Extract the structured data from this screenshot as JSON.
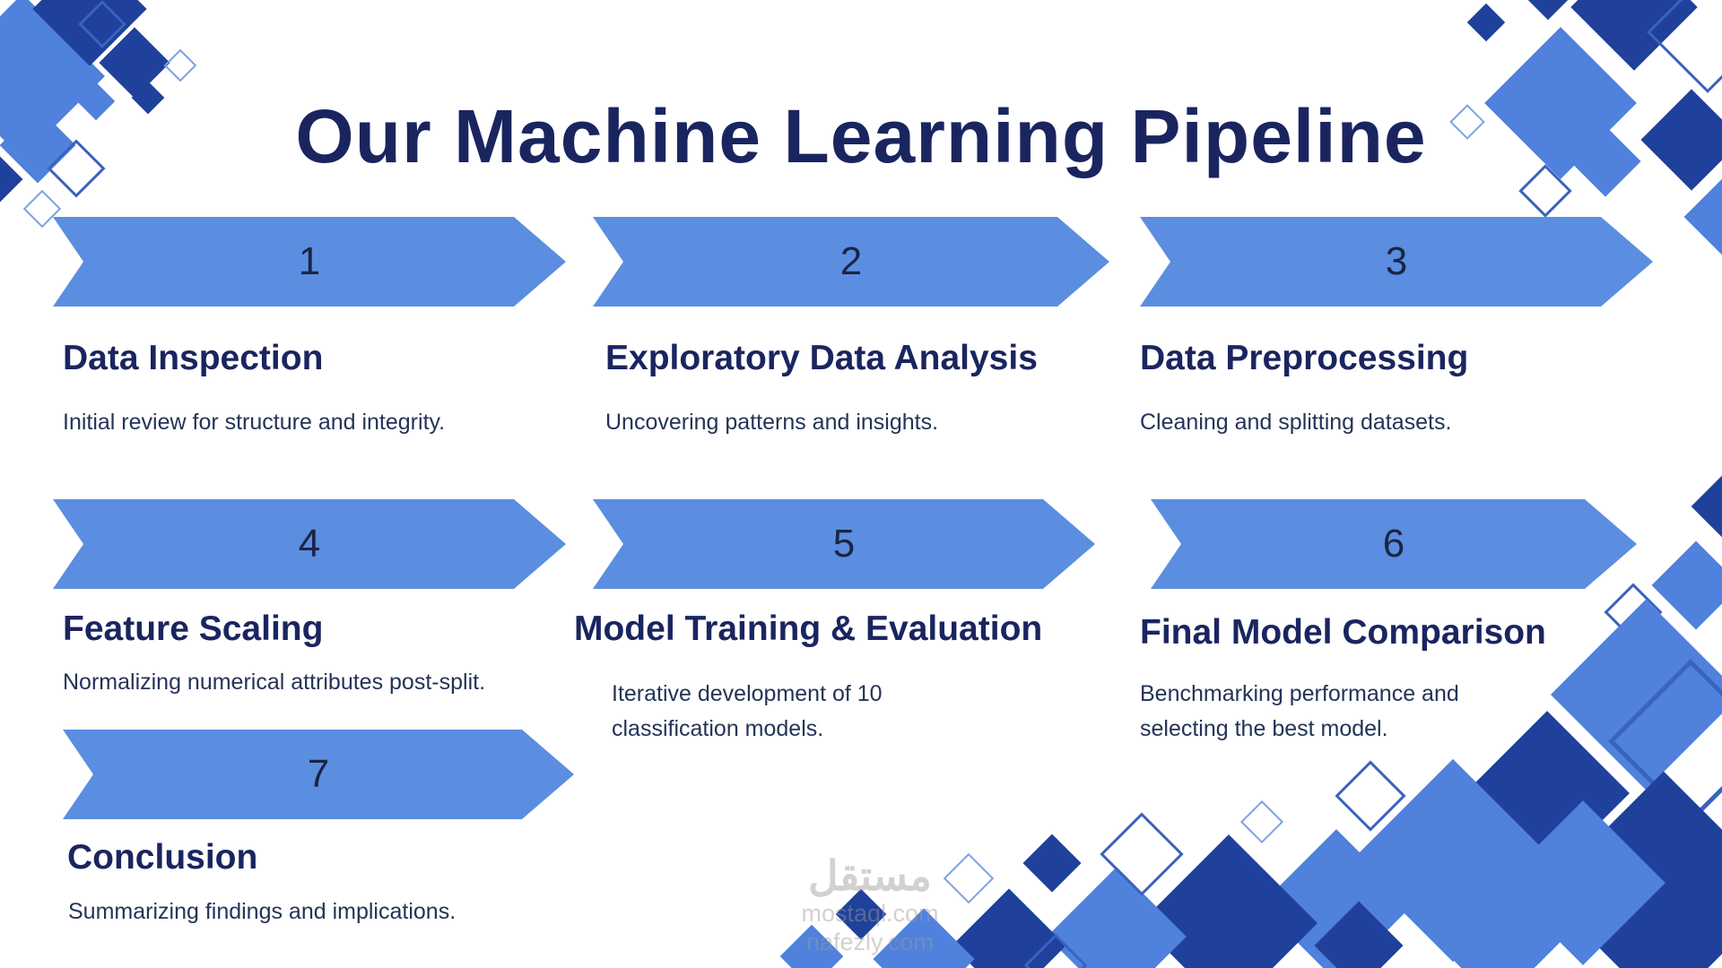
{
  "title": "Our Machine Learning Pipeline",
  "steps": [
    {
      "number": "1",
      "title": "Data Inspection",
      "description": "Initial review for structure and integrity."
    },
    {
      "number": "2",
      "title": "Exploratory Data Analysis",
      "description": "Uncovering patterns and insights."
    },
    {
      "number": "3",
      "title": "Data Preprocessing",
      "description": "Cleaning and splitting datasets."
    },
    {
      "number": "4",
      "title": "Feature Scaling",
      "description": "Normalizing numerical attributes post-split."
    },
    {
      "number": "5",
      "title": "Model Training & Evaluation",
      "description": "Iterative development of 10 classification models."
    },
    {
      "number": "6",
      "title": "Final Model Comparison",
      "description": "Benchmarking performance and selecting the best model."
    },
    {
      "number": "7",
      "title": "Conclusion",
      "description": "Summarizing findings and implications."
    }
  ],
  "watermark": {
    "arabic": "مستقل",
    "site1": "mostaql.com",
    "site2": "nafezly.com"
  },
  "colors": {
    "arrow_blue": "#5b8ee0",
    "heading_navy": "#1a2560",
    "body_text_navy": "#243457",
    "decor_blue": "#4f81dd",
    "decor_navy": "#1f419b",
    "decor_outline": "#3a63bd",
    "watermark_gray": "#9a9a9a",
    "background": "#ffffff"
  }
}
